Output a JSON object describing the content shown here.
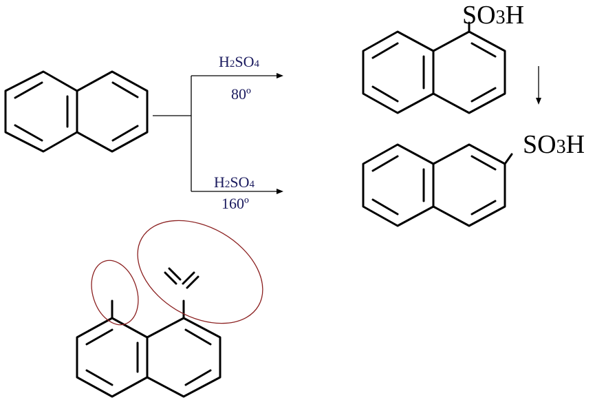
{
  "reaction": {
    "upper": {
      "reagent": "H2SO4",
      "temperature": "80º"
    },
    "lower": {
      "reagent": "H2SO4",
      "temperature": "160º"
    }
  },
  "products": {
    "alpha": {
      "substituent": "SO3H"
    },
    "beta": {
      "substituent": "SO3H"
    }
  },
  "colors": {
    "conditions_text": "#1a1a5e",
    "ellipse": "#8b2020",
    "bonds": "#000000"
  }
}
